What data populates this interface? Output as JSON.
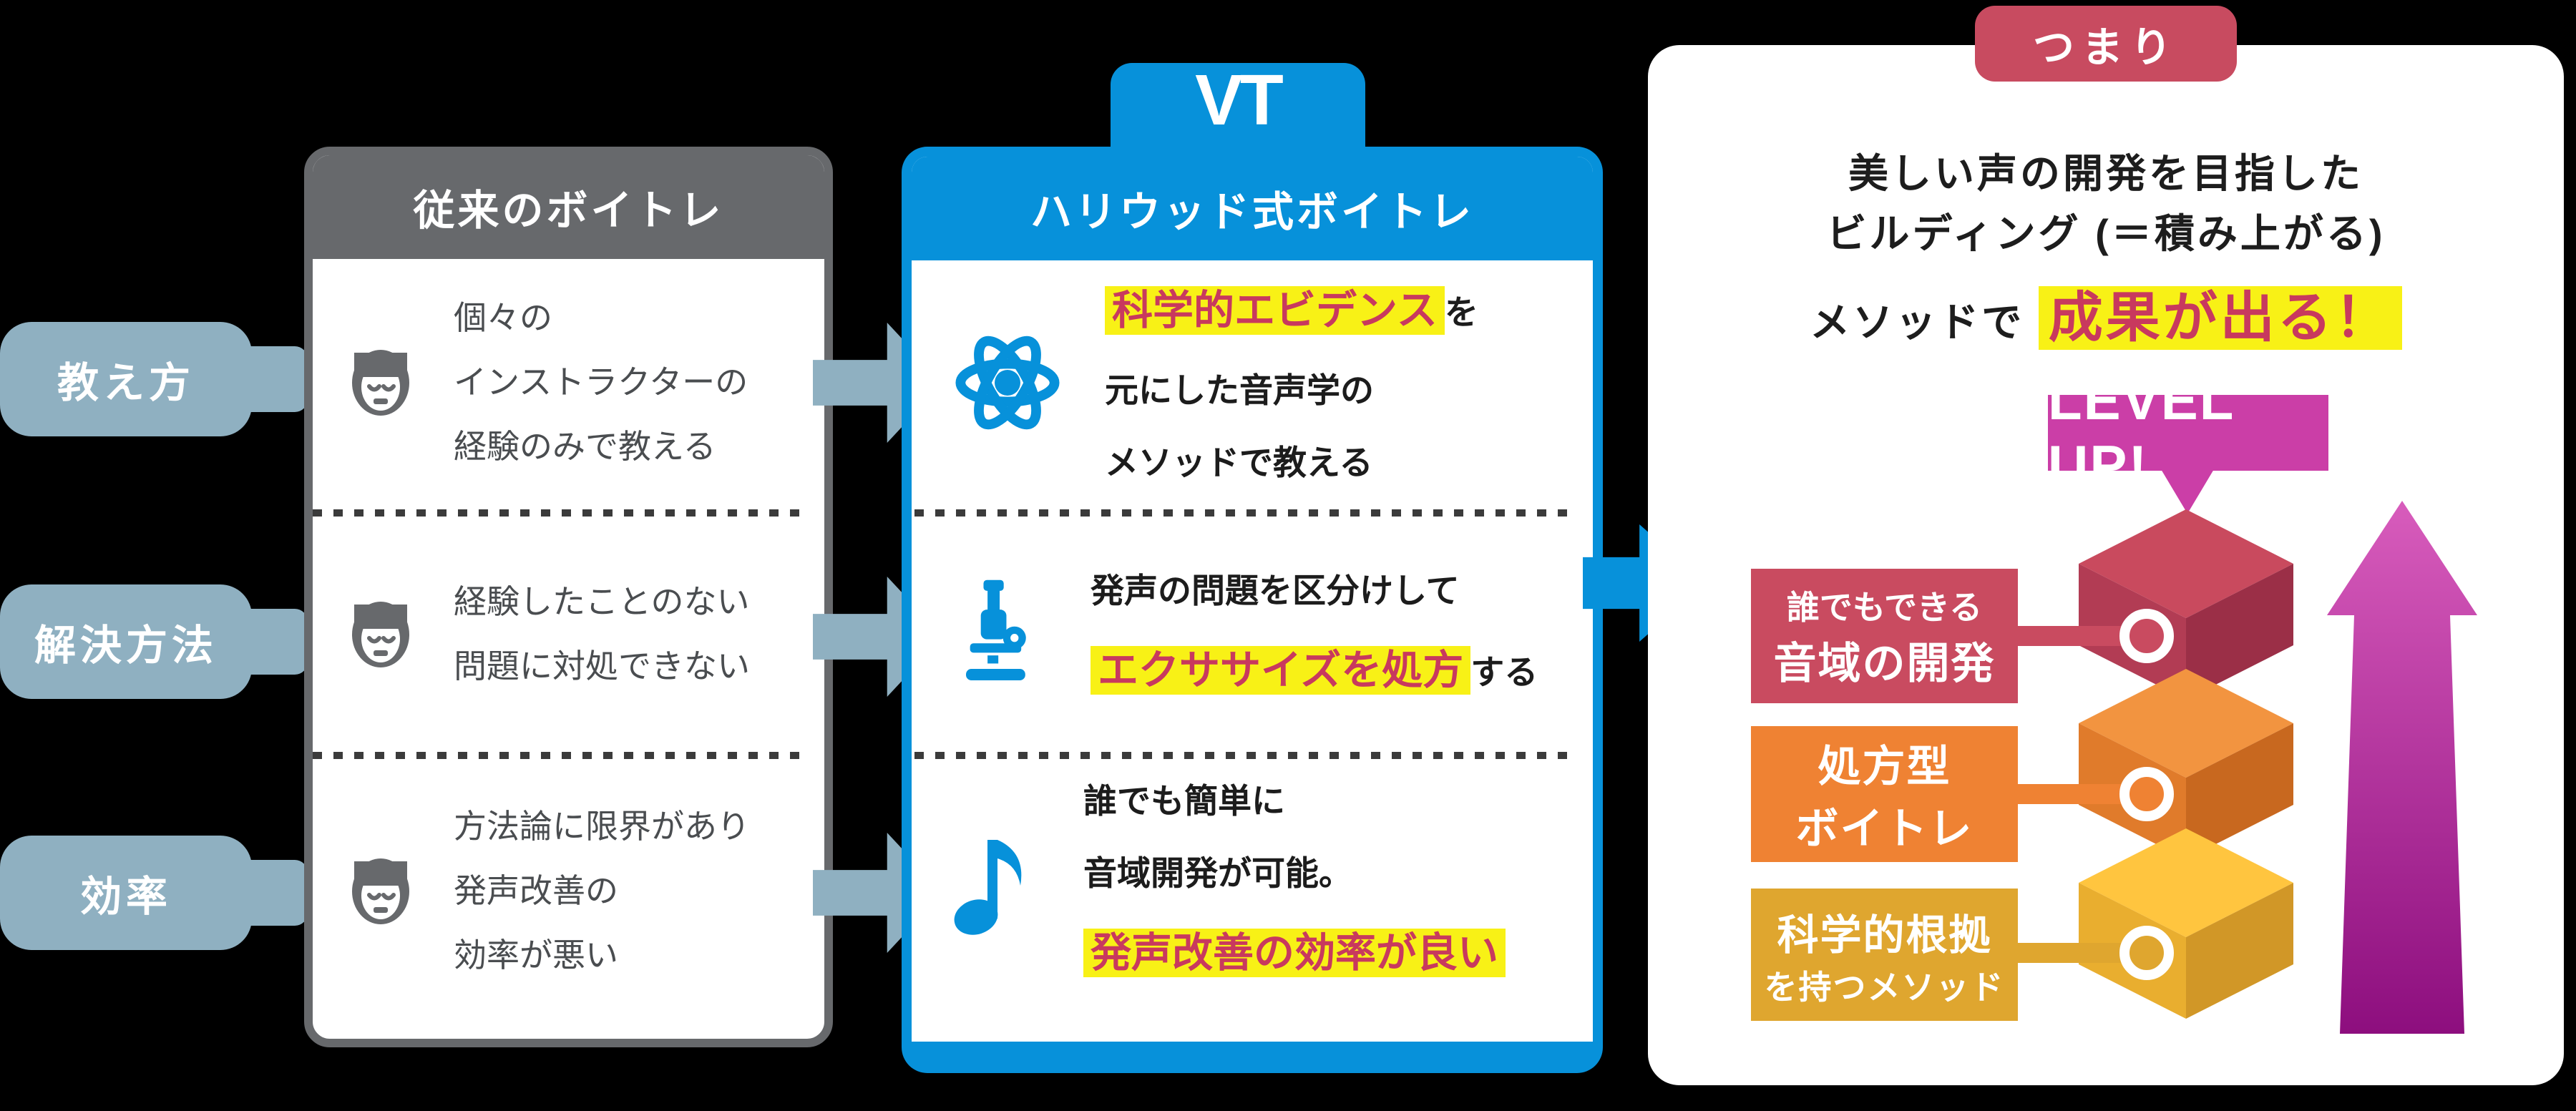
{
  "left_labels": [
    {
      "label": "教え方"
    },
    {
      "label": "解決方法"
    },
    {
      "label": "効率"
    }
  ],
  "traditional": {
    "header": "従来のボイトレ",
    "rows": [
      {
        "icon": "sad-face-icon",
        "lines": [
          "個々の",
          "インストラクターの",
          "経験のみで教える"
        ]
      },
      {
        "icon": "sad-face-icon",
        "lines": [
          "経験したことのない",
          "問題に対処できない"
        ]
      },
      {
        "icon": "sad-face-icon",
        "lines": [
          "方法論に限界があり",
          "発声改善の",
          "効率が悪い"
        ]
      }
    ]
  },
  "hollywood": {
    "logo": "VT",
    "header": "ハリウッド式ボイトレ",
    "rows": [
      {
        "icon": "atom-icon",
        "line1_highlight": "科学的エビデンス",
        "line1_rest": "を",
        "line2": "元にした音声学の",
        "line3": "メソッドで教える"
      },
      {
        "icon": "microscope-icon",
        "line1": "発声の問題を区分けして",
        "line2_highlight": "エクササイズを処方",
        "line2_rest": "する"
      },
      {
        "icon": "music-note-icon",
        "line1": "誰でも簡単に",
        "line2": "音域開発が可能。",
        "line3_highlight": "発声改善の効率が良い"
      }
    ]
  },
  "conclusion": {
    "badge": "つまり",
    "line1": "美しい声の開発を目指した",
    "line2": "ビルディング (＝積み上がる)",
    "line3_prefix": "メソッドで ",
    "line3_highlight": "成果が出る！",
    "levelup": "LEVEL UP!",
    "blocks": [
      {
        "line1": "誰でもできる",
        "line2": "音域の開発"
      },
      {
        "line1": "処方型",
        "line2": "ボイトレ"
      },
      {
        "line1": "科学的根拠",
        "line2": "を持つメソッド"
      }
    ]
  },
  "colors": {
    "bg": "#000000",
    "blue": "#0791da",
    "light_blue": "#8fb0c1",
    "gray": "#67696c",
    "yellow": "#f8f116",
    "red": "#c8395e",
    "badge_red": "#c84b60",
    "magenta": "#cb3ea7",
    "label_red": "#c94b60",
    "label_orange": "#ef8233",
    "label_gold": "#dfa62f",
    "cube_red_top": "#c94a5e",
    "cube_red_left": "#b23c54",
    "cube_red_right": "#9b2f47",
    "cube_orange_top": "#f29440",
    "cube_orange_left": "#e07b2b",
    "cube_orange_right": "#c8681f",
    "cube_gold_top": "#ffc53f",
    "cube_gold_left": "#e9ae2f",
    "cube_gold_right": "#d19727",
    "arrow_top": "#d85cbc",
    "arrow_bottom": "#8d0e7e"
  }
}
